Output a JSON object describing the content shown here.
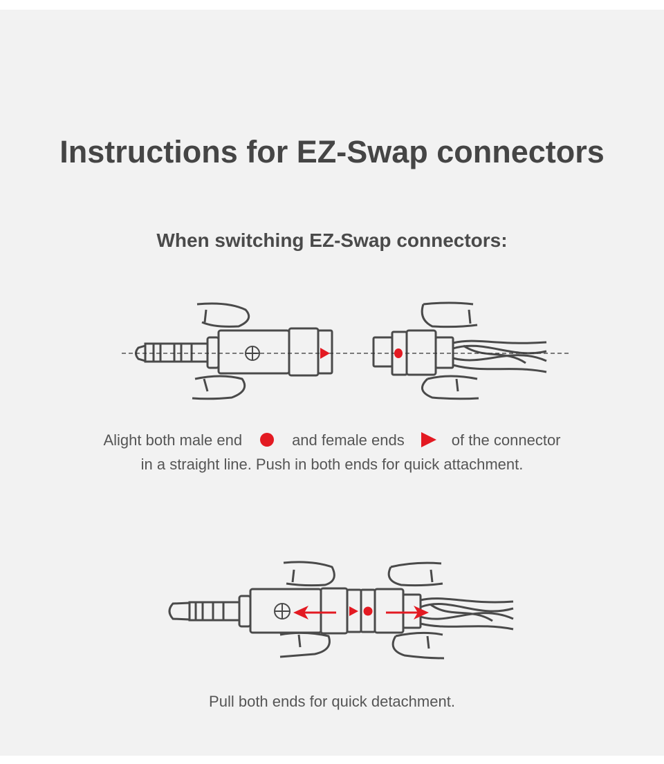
{
  "title": "Instructions for EZ-Swap connectors",
  "subtitle": "When switching EZ-Swap connectors:",
  "step1": {
    "line1_a": "Alight both male end",
    "line1_b": "and female ends",
    "line1_c": "of the connector",
    "line2": "in a straight line. Push in both ends for quick attachment.",
    "male_marker_icon": "red-dot-icon",
    "female_marker_icon": "red-triangle-icon"
  },
  "step2": {
    "caption": "Pull both ends for quick detachment."
  },
  "colors": {
    "accent": "#e31a22",
    "text": "#4a4a4a",
    "background": "#f2f2f2"
  }
}
